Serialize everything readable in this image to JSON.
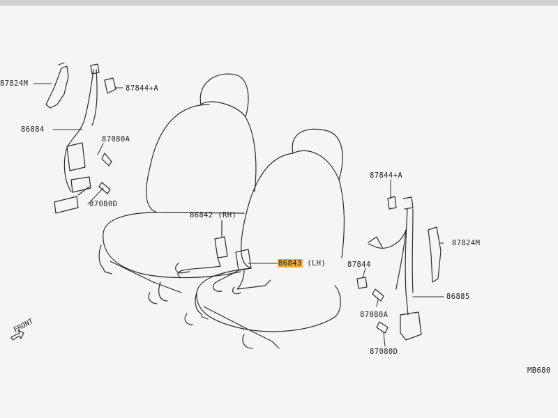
{
  "labels": {
    "l87824m_left": "87824M",
    "l87844a_top": "87844+A",
    "l86884": "86884",
    "l87080a_left": "87080A",
    "l87080d_left": "87080D",
    "l86842": "86842 (RH)",
    "l86843_num": "86843",
    "l86843_side": " (LH)",
    "l87844a_right": "87844+A",
    "l87824m_right": "87824M",
    "l87844": "87844",
    "l86885": "86885",
    "l87080a_right": "87080A",
    "l87080d_right": "87080D",
    "code": "MB680"
  },
  "direction": "FRONT",
  "colors": {
    "highlight": "#f0a93a",
    "line": "#2a2a2a",
    "background": "#f4f6f5"
  }
}
